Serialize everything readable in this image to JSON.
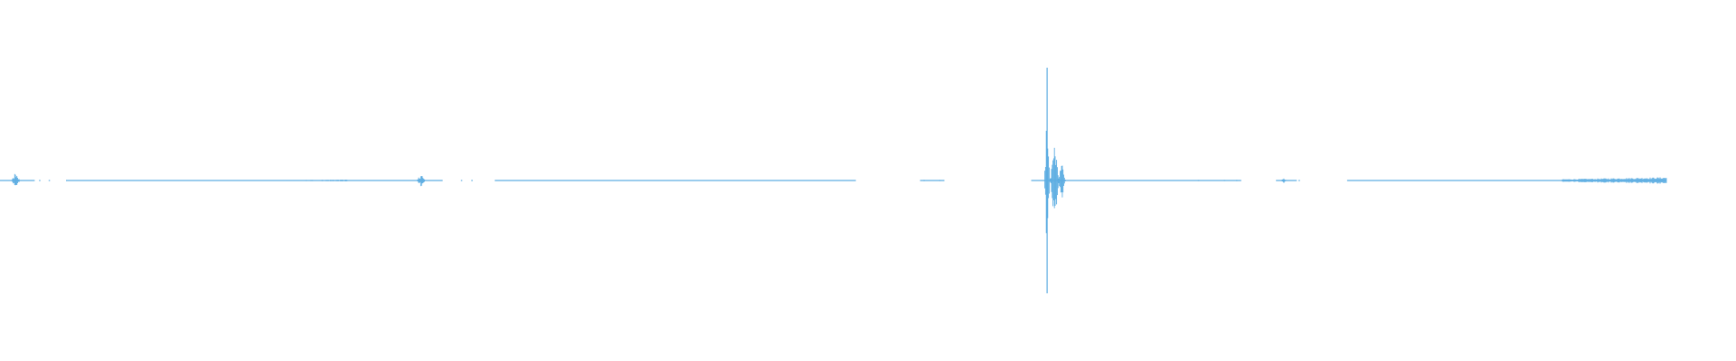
{
  "waveform": {
    "color": "#5DADE2",
    "background": "#ffffff",
    "duration_fraction_end": 0.96,
    "baseline_segments": [
      [
        0.0,
        0.02
      ],
      [
        0.038,
        0.255
      ],
      [
        0.285,
        0.493
      ],
      [
        0.53,
        0.544
      ],
      [
        0.594,
        0.715
      ],
      [
        0.735,
        0.747
      ],
      [
        0.776,
        0.96
      ]
    ],
    "bursts": [
      {
        "center": 0.009,
        "width": 0.006,
        "amplitude": 0.09
      },
      {
        "center": 0.2425,
        "width": 0.006,
        "amplitude": 0.09
      },
      {
        "center": 0.6032,
        "width": 0.0035,
        "amplitude": 1.0
      },
      {
        "center": 0.6075,
        "width": 0.006,
        "amplitude": 0.62
      },
      {
        "center": 0.6115,
        "width": 0.005,
        "amplitude": 0.28
      },
      {
        "center": 0.7395,
        "width": 0.004,
        "amplitude": 0.03
      }
    ],
    "noise_regions": [
      {
        "start": 0.165,
        "end": 0.2,
        "amplitude": 0.008
      },
      {
        "start": 0.9,
        "end": 0.96,
        "amplitude": 0.03
      }
    ]
  }
}
